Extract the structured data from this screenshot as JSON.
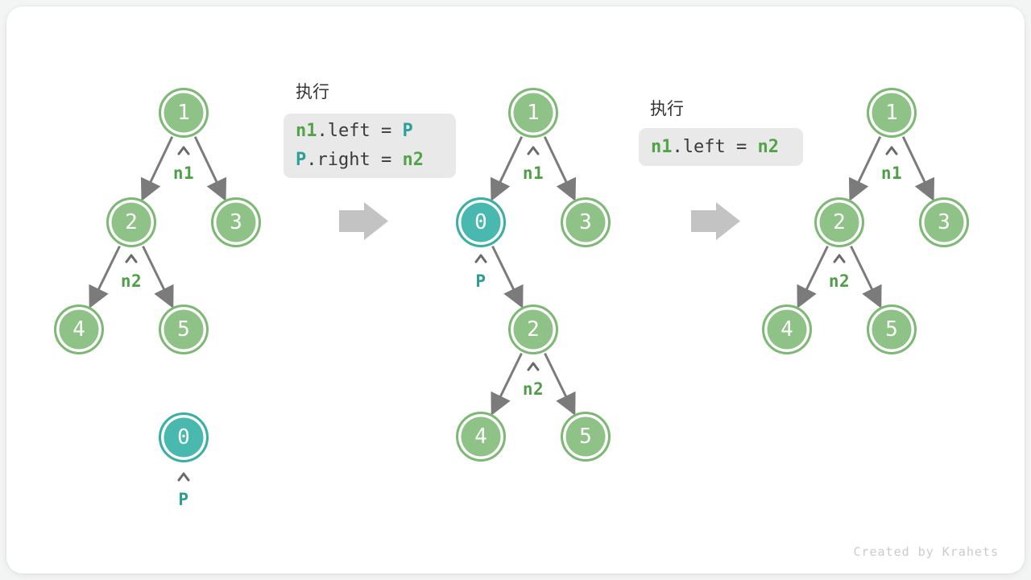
{
  "page": {
    "watermark": "Created by Krahets"
  },
  "palette": {
    "page_background": "#F3F4F4",
    "card_background": "#FFFFFF",
    "node_green_fill": "#8FC286",
    "node_green_border": "#7EB875",
    "node_teal_fill": "#49B8AE",
    "node_teal_border": "#3BAFA5",
    "pointer_label_green": "#4F9E48",
    "pointer_label_teal": "#2E9E95",
    "code_box_background": "#E9E9E9",
    "code_text_plain": "#3A3A3A",
    "code_token_green": "#53A348",
    "code_token_teal": "#2C9F96",
    "tree_edge_gray": "#7B7B7B",
    "block_arrow_gray": "#C3C3C3",
    "watermark_gray": "#CBCBCB"
  },
  "steps": [
    {
      "exec_label": "执行",
      "code_lines": [
        [
          {
            "text": "n1",
            "style": "green"
          },
          {
            "text": ".left = ",
            "style": "plain"
          },
          {
            "text": "P",
            "style": "teal"
          }
        ],
        [
          {
            "text": "P",
            "style": "teal"
          },
          {
            "text": ".right = ",
            "style": "plain"
          },
          {
            "text": "n2",
            "style": "green"
          }
        ]
      ]
    },
    {
      "exec_label": "执行",
      "code_lines": [
        [
          {
            "text": "n1",
            "style": "green"
          },
          {
            "text": ".left = ",
            "style": "plain"
          },
          {
            "text": "n2",
            "style": "green"
          }
        ]
      ]
    }
  ],
  "trees": [
    {
      "name": "tree-before-insertion",
      "nodes": [
        {
          "value": "1",
          "highlight": false
        },
        {
          "value": "2",
          "highlight": false
        },
        {
          "value": "3",
          "highlight": false
        },
        {
          "value": "4",
          "highlight": false
        },
        {
          "value": "5",
          "highlight": false
        },
        {
          "value": "0",
          "highlight": true
        }
      ],
      "pointers": [
        {
          "label": "n1"
        },
        {
          "label": "n2"
        },
        {
          "label": "P"
        }
      ]
    },
    {
      "name": "tree-during-insertion",
      "nodes": [
        {
          "value": "1",
          "highlight": false
        },
        {
          "value": "0",
          "highlight": true
        },
        {
          "value": "3",
          "highlight": false
        },
        {
          "value": "2",
          "highlight": false
        },
        {
          "value": "4",
          "highlight": false
        },
        {
          "value": "5",
          "highlight": false
        }
      ],
      "pointers": [
        {
          "label": "n1"
        },
        {
          "label": "P"
        },
        {
          "label": "n2"
        }
      ]
    },
    {
      "name": "tree-after-removal",
      "nodes": [
        {
          "value": "1",
          "highlight": false
        },
        {
          "value": "2",
          "highlight": false
        },
        {
          "value": "3",
          "highlight": false
        },
        {
          "value": "4",
          "highlight": false
        },
        {
          "value": "5",
          "highlight": false
        }
      ],
      "pointers": [
        {
          "label": "n1"
        },
        {
          "label": "n2"
        }
      ]
    }
  ]
}
